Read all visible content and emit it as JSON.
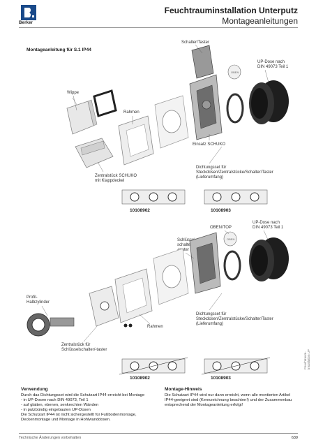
{
  "header": {
    "brand": "Berker",
    "title": "Feuchtrauminstallation Unterputz",
    "subtitle": "Montageanleitungen"
  },
  "section1": {
    "heading": "Montageanleitung für S.1 IP44",
    "labels": {
      "schalter": "Schalter/Taster",
      "updose_1": "UP-Dose nach",
      "updose_2": "DIN 49073 Teil 1",
      "wippe": "Wippe",
      "rahmen": "Rahmen",
      "einsatz": "Einsatz SCHUKO",
      "zentral_1": "Zentralstück SCHUKO",
      "zentral_2": "mit Klappdeckel",
      "dicht_1": "Dichtungsset für",
      "dicht_2": "Steckdosen/Zentralstücke/Schalter/Taster",
      "dicht_3": "(Lieferumfang)",
      "oben": "OBEN"
    },
    "code_left": "10108902",
    "code_right": "10108903"
  },
  "section2": {
    "labels": {
      "obentop": "OBEN/TOP",
      "updose_1": "UP-Dose nach",
      "updose_2": "DIN 49073 Teil 1",
      "schluessel_1": "Schlüssel-",
      "schluessel_2": "schalter/",
      "schluessel_3": "-taster",
      "profil_1": "Profil-",
      "profil_2": "Halbzylinder",
      "rahmen": "Rahmen",
      "dicht_1": "Dichtungsset für",
      "dicht_2": "Steckdosen/Zentralstücke/Schalter/Taster",
      "dicht_3": "(Lieferumfang)",
      "zentral_1": "Zentralstück für",
      "zentral_2": "Schlüsselschalter/-taster",
      "oben": "OBEN"
    },
    "code_left": "10108902",
    "code_right": "10108903"
  },
  "verwendung": {
    "title": "Verwendung",
    "lines": [
      "Durch das Dichtungsset wird die Schutzart IP44 erreicht bei Montage",
      "-  in UP-Dosen nach DIN 49073, Teil 1",
      "-  auf glatten, ebenen, senkrechten Wänden",
      "-  in putzbündig eingebauten UP-Dosen",
      "Die Schutzart IP44 ist nicht sichergestellt für Fußbodenmontage,",
      "Deckenmontage und Montage in Hohlwanddosen."
    ]
  },
  "hinweis": {
    "title": "Montage-Hinweis",
    "lines": [
      "Die Schutzart IP44 wird nur dann erreicht, wenn alle montierten Artikel",
      "IP44-geeignet sind (Kennzeichnung beachten!) und der Zusammenbau",
      "entsprechend der Montageanleitung erfolgt!"
    ]
  },
  "footer": {
    "note": "Technische Änderungen vorbehalten",
    "page": "639"
  },
  "side_tab": {
    "line1": "Feuchtraum-",
    "line2": "installation UP"
  }
}
